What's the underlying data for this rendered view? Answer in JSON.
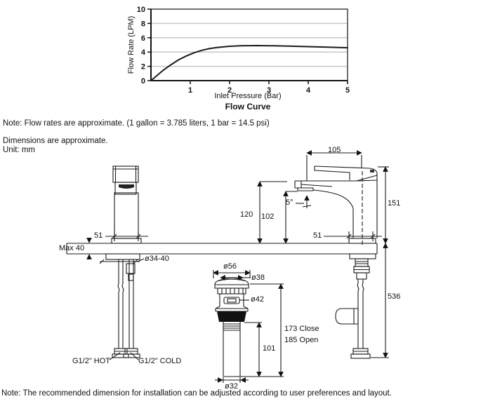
{
  "chart_data": {
    "type": "line",
    "title": "Flow Curve",
    "xlabel": "Inlet Pressure (Bar)",
    "ylabel": "Flow Rate (LPM)",
    "xlim": [
      0,
      5
    ],
    "ylim": [
      0,
      10
    ],
    "x_ticks": [
      1,
      2,
      3,
      4,
      5
    ],
    "y_ticks": [
      0,
      2,
      4,
      6,
      8,
      10
    ],
    "grid": "horizontal",
    "legend": "none",
    "series": [
      {
        "name": "Flow rate",
        "points": [
          [
            0,
            0
          ],
          [
            0.15,
            0.7
          ],
          [
            0.3,
            1.4
          ],
          [
            0.5,
            2.2
          ],
          [
            0.7,
            2.9
          ],
          [
            0.9,
            3.45
          ],
          [
            1.1,
            3.9
          ],
          [
            1.3,
            4.25
          ],
          [
            1.5,
            4.5
          ],
          [
            1.7,
            4.65
          ],
          [
            2.0,
            4.8
          ],
          [
            2.3,
            4.87
          ],
          [
            2.7,
            4.9
          ],
          [
            3.1,
            4.87
          ],
          [
            3.5,
            4.82
          ],
          [
            4.0,
            4.75
          ],
          [
            4.5,
            4.68
          ],
          [
            5.0,
            4.6
          ]
        ]
      }
    ]
  },
  "notes": {
    "flow_note": "Note: Flow rates are approximate. (1 gallon = 3.785 liters, 1 bar = 14.5 psi)",
    "dimensions_note": "Dimensions are approximate.",
    "unit_note": "Unit: mm",
    "install_note": "Note: The recommended dimension for installation can be adjusted according to user preferences and layout."
  },
  "dimensions": {
    "spout_reach": "105",
    "height_above_deck": "151",
    "spout_top_height": "120",
    "spout_outlet_height": "102",
    "spout_angle": "5°",
    "base_width_front": "51",
    "base_width_side": "51",
    "deck_thickness": "Max 40",
    "mounting_hole": "ø34-40",
    "drain_cap_dia": "ø56",
    "drain_dome_dia": "ø38",
    "drain_body_dia": "ø42",
    "drain_close": "173 Close",
    "drain_open": "185 Open",
    "drain_tail_len": "101",
    "drain_pipe_dia": "ø32",
    "supply_length": "536",
    "hot_connection": "G1/2\" HOT",
    "cold_connection": "G1/2\" COLD"
  }
}
